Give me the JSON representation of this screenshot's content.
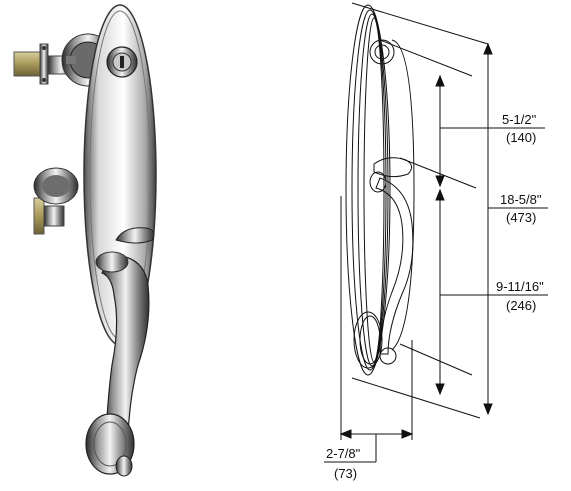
{
  "dimensions": [
    {
      "id": "lock-to-thumb",
      "imperial": "5-1/2\"",
      "metric": "(140)"
    },
    {
      "id": "overall-height",
      "imperial": "18-5/8\"",
      "metric": "(473)"
    },
    {
      "id": "thumb-to-bottom",
      "imperial": "9-11/16\"",
      "metric": "(246)"
    },
    {
      "id": "projection",
      "imperial": "2-7/8\"",
      "metric": "(73)"
    }
  ],
  "colors": {
    "chrome_dark": "#2e2e2e",
    "chrome_mid": "#8c8c8c",
    "chrome_light": "#e6e6e6",
    "brass": "#b5a46a",
    "line": "#111111"
  }
}
